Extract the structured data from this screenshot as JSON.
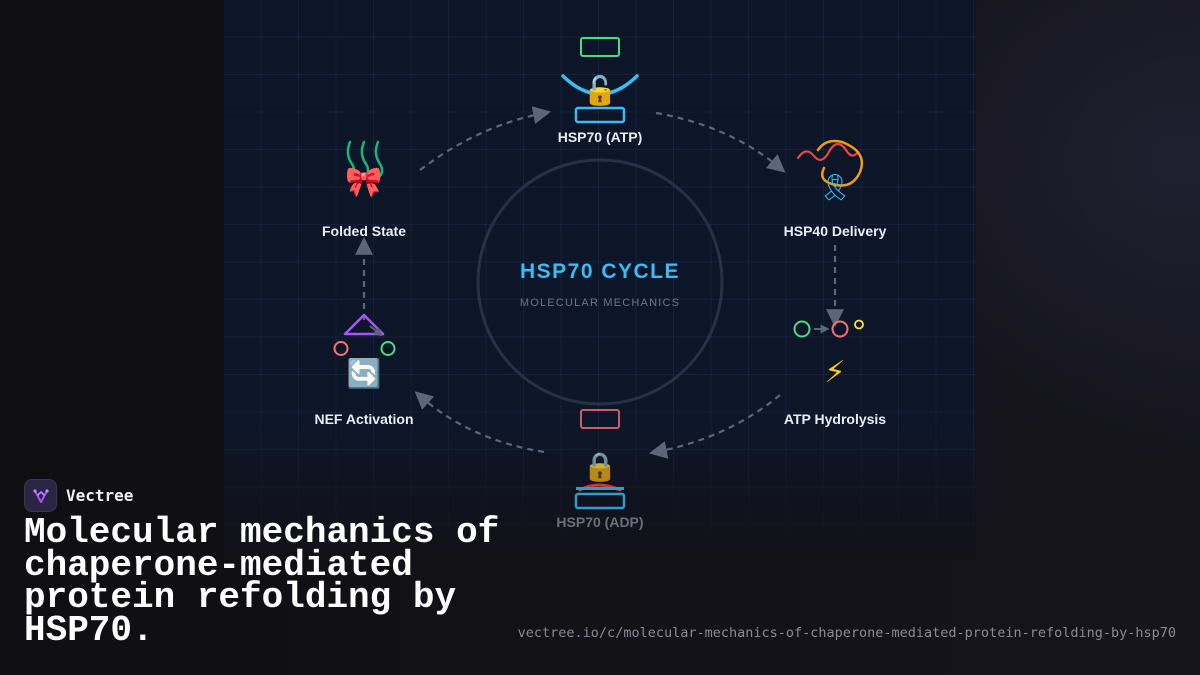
{
  "diagram": {
    "center": {
      "title": "HSP70 CYCLE",
      "subtitle": "MOLECULAR MECHANICS"
    },
    "nodes": [
      {
        "id": "hsp70-atp",
        "label": "HSP70 (ATP)",
        "icon": "open-lock-icon",
        "glyph": "🔓"
      },
      {
        "id": "hsp40-delivery",
        "label": "HSP40 Delivery",
        "icon": "ribbon-icon",
        "glyph": "🎗"
      },
      {
        "id": "atp-hydrolysis",
        "label": "ATP Hydrolysis",
        "icon": "lightning-icon",
        "glyph": "⚡"
      },
      {
        "id": "hsp70-adp",
        "label": "HSP70 (ADP)",
        "icon": "closed-lock-icon",
        "glyph": "🔒"
      },
      {
        "id": "nef-activation",
        "label": "NEF Activation",
        "icon": "refresh-icon",
        "glyph": "🔄"
      },
      {
        "id": "folded-state",
        "label": "Folded State",
        "icon": "bow-icon",
        "glyph": "🎀"
      }
    ],
    "colors": {
      "accent": "#38bdf8",
      "green": "#4ade80",
      "red": "#f87171",
      "orange": "#f59e0b",
      "purple": "#a855f7",
      "yellow": "#fde047",
      "arrow": "#5b6778"
    }
  },
  "brand": {
    "name": "Vectree"
  },
  "headline": "Molecular mechanics of chaperone-mediated protein refolding by HSP70.",
  "source_url": "vectree.io/c/molecular-mechanics-of-chaperone-mediated-protein-refolding-by-hsp70"
}
